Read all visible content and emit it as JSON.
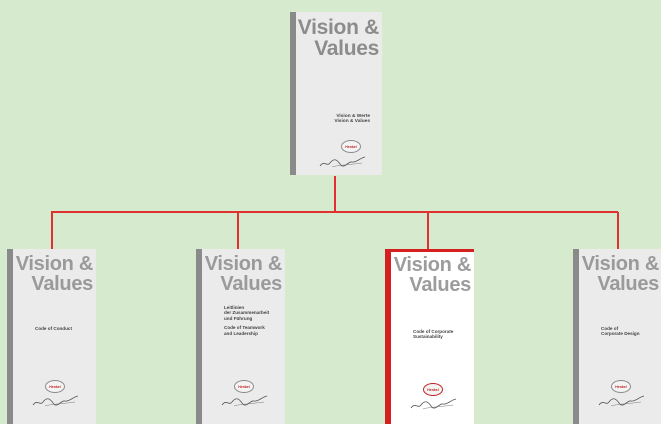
{
  "colors": {
    "background": "#d6ebcd",
    "connector": "#e03030",
    "booklet_spine": "#8a8a8a",
    "highlight_spine": "#d62020"
  },
  "top": {
    "title_line1": "Vision &",
    "title_line2": "Values",
    "sub_line1": "Vision & Werte",
    "sub_line2": "Vision & Values",
    "logo_text": "Henkel"
  },
  "children": [
    {
      "title_line1": "Vision &",
      "title_line2": "Values",
      "sub_line1": "Code of Conduct",
      "logo_text": "Henkel"
    },
    {
      "title_line1": "Vision &",
      "title_line2": "Values",
      "sub_line1": "Leitlinien",
      "sub_line2": "der Zusammenarbeit",
      "sub_line3": "und Führung",
      "sub_line4": "Code of Teamwork",
      "sub_line5": "and Leadership",
      "logo_text": "Henkel"
    },
    {
      "title_line1": "Vision &",
      "title_line2": "Values",
      "sub_line1": "Code of Corporate",
      "sub_line2": "Sustainability",
      "logo_text": "Henkel",
      "highlighted": true
    },
    {
      "title_line1": "Vision &",
      "title_line2": "Values",
      "sub_line1": "Code of",
      "sub_line2": "Corporate Design",
      "logo_text": "Henkel"
    }
  ]
}
